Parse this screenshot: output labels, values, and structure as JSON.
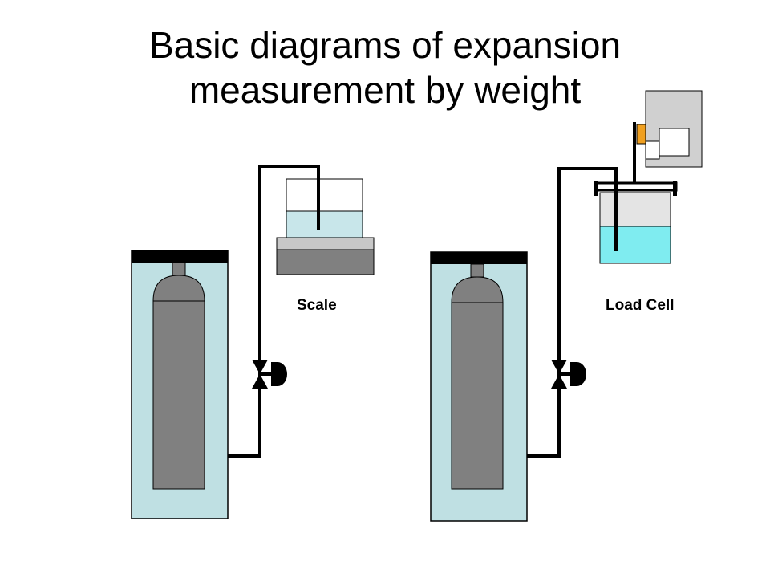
{
  "title": {
    "line1": "Basic diagrams of expansion",
    "line2": "measurement by weight"
  },
  "labels": {
    "scale": "Scale",
    "load_cell": "Load Cell"
  },
  "colors": {
    "jacket": "#bfe0e3",
    "cylinder": "#808080",
    "cap": "#000000",
    "water_light": "#c8e6ea",
    "water_cyan": "#7fecf0",
    "scale_top": "#c8c8c8",
    "scale_base": "#808080",
    "housing": "#d0d0d0",
    "sensor": "#f0a020",
    "beaker_air": "#e4e4e4"
  }
}
